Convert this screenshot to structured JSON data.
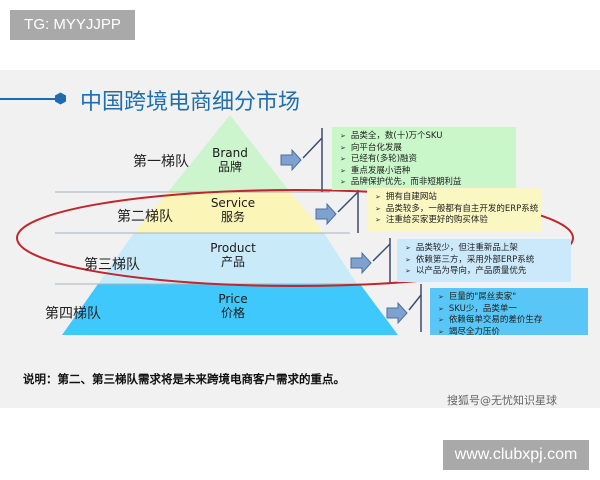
{
  "watermark_top": "TG: MYYJJPP",
  "watermark_bottom": "www.clubxpj.com",
  "diagram": {
    "title": "中国跨境电商细分市场",
    "tiers": [
      {
        "label": "第一梯队",
        "pyramid_en": "Brand",
        "pyramid_cn": "品牌",
        "color": "#cdf5cd",
        "box_color": "#c9f7c9",
        "points": [
          "品类全，数(十)万个SKU",
          "向平台化发展",
          "已经有(多轮)融资",
          "重点发展小语种",
          "品牌保护优先，而非短期利益"
        ]
      },
      {
        "label": "第二梯队",
        "pyramid_en": "Service",
        "pyramid_cn": "服务",
        "color": "#fbf5b8",
        "box_color": "#fbf7c3",
        "points": [
          "拥有自建网站",
          "品类较多，一般都有自主开发的ERP系统",
          "注重给买家更好的购买体验"
        ]
      },
      {
        "label": "第三梯队",
        "pyramid_en": "Product",
        "pyramid_cn": "产品",
        "color": "#c9eaf9",
        "box_color": "#cbe9fb",
        "points": [
          "品类较少，但注重新品上架",
          "依赖第三方，采用外部ERP系统",
          "以产品为导向，产品质量优先"
        ]
      },
      {
        "label": "第四梯队",
        "pyramid_en": "Price",
        "pyramid_cn": "价格",
        "color": "#3fc8fb",
        "box_color": "#58c6f6",
        "points": [
          "巨量的\"屌丝卖家\"",
          "SKU少，品类单一",
          "依赖每单交易的差价生存",
          "竭尽全力压价"
        ]
      }
    ],
    "highlight_color": "#c0262b",
    "accent_color": "#1d6fb0",
    "note": "说明：第二、第三梯队需求将是未来跨境电商客户需求的重点。",
    "source": "搜狐号@无忧知识星球"
  }
}
